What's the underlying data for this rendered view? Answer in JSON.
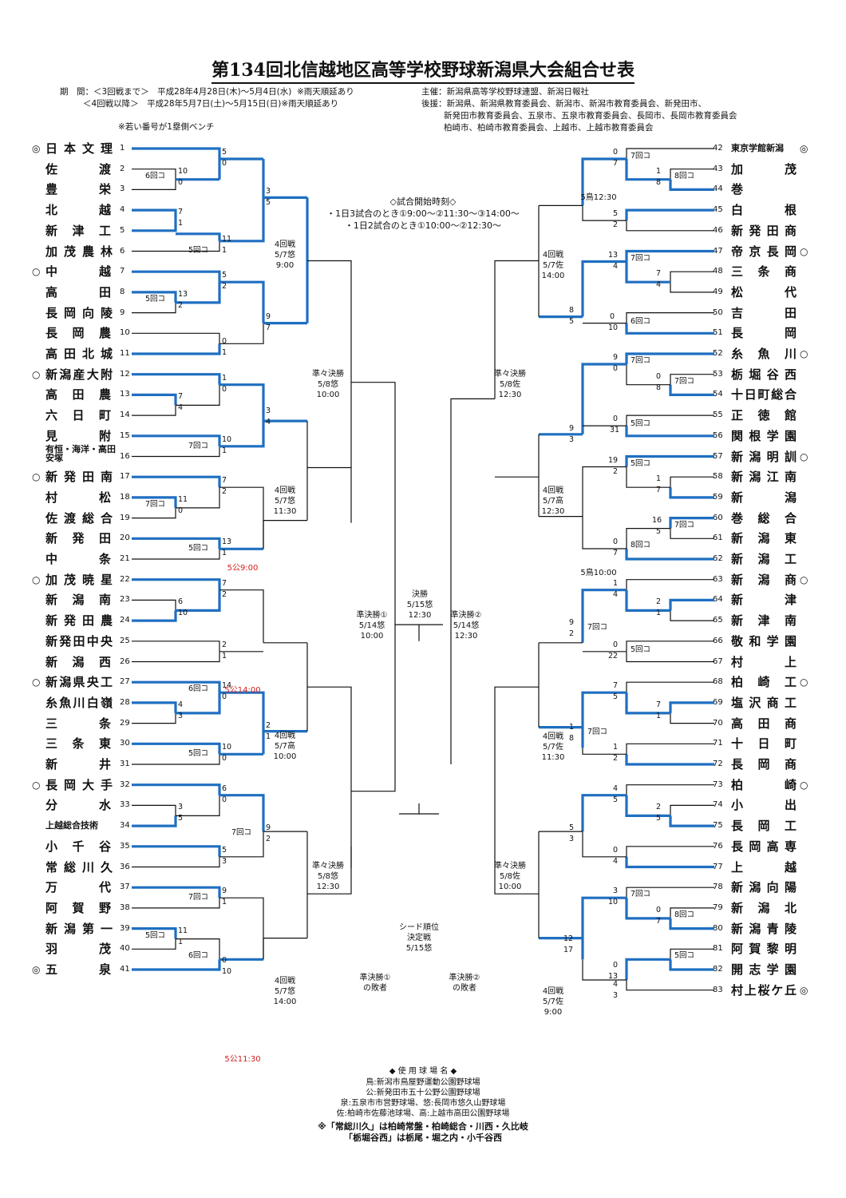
{
  "title": "第134回北信越地区高等学校野球新潟県大会組合せ表",
  "period": {
    "label": "期　間",
    "line1": "：＜3回戦まで＞　平成28年4月28日(木)〜5月4日(水)  ※雨天順延あり",
    "line2": "＜4回戦以降＞　平成28年5月7日(土)〜5月15日(日)※雨天順延あり"
  },
  "bench_note": "※若い番号が1塁側ベンチ",
  "organizers": {
    "main": "主催：新潟県高等学校野球連盟、新潟日報社",
    "support1": "後援：新潟県、新潟県教育委員会、新潟市、新潟市教育委員会、新発田市、",
    "support2": "新発田市教育委員会、五泉市、五泉市教育委員会、長岡市、長岡市教育委員会",
    "support3": "柏崎市、柏崎市教育委員会、上越市、上越市教育委員会"
  },
  "start_times": {
    "title": "◇試合開始時刻◇",
    "line1": "・1日3試合のとき①9:00〜②11:30〜③14:00〜",
    "line2": "・1日2試合のとき①10:00〜②12:30〜"
  },
  "left_teams": [
    {
      "num": "1",
      "name": "日本文理",
      "mark": "◎"
    },
    {
      "num": "2",
      "name": "佐渡",
      "mark": ""
    },
    {
      "num": "3",
      "name": "豊栄",
      "mark": ""
    },
    {
      "num": "4",
      "name": "北越",
      "mark": ""
    },
    {
      "num": "5",
      "name": "新津工",
      "mark": ""
    },
    {
      "num": "6",
      "name": "加茂農林",
      "mark": ""
    },
    {
      "num": "7",
      "name": "中越",
      "mark": "○"
    },
    {
      "num": "8",
      "name": "高田",
      "mark": ""
    },
    {
      "num": "9",
      "name": "長岡向陵",
      "mark": ""
    },
    {
      "num": "10",
      "name": "長岡農",
      "mark": ""
    },
    {
      "num": "11",
      "name": "高田北城",
      "mark": ""
    },
    {
      "num": "12",
      "name": "新潟産大附",
      "mark": "○"
    },
    {
      "num": "13",
      "name": "高田農",
      "mark": ""
    },
    {
      "num": "14",
      "name": "六日町",
      "mark": ""
    },
    {
      "num": "15",
      "name": "見附",
      "mark": ""
    },
    {
      "num": "16",
      "name": "有恒・海洋・高田安塚",
      "mark": ""
    },
    {
      "num": "17",
      "name": "新発田南",
      "mark": "○"
    },
    {
      "num": "18",
      "name": "村松",
      "mark": ""
    },
    {
      "num": "19",
      "name": "佐渡総合",
      "mark": ""
    },
    {
      "num": "20",
      "name": "新発田",
      "mark": ""
    },
    {
      "num": "21",
      "name": "中条",
      "mark": ""
    },
    {
      "num": "22",
      "name": "加茂暁星",
      "mark": "○"
    },
    {
      "num": "23",
      "name": "新潟南",
      "mark": ""
    },
    {
      "num": "24",
      "name": "新発田農",
      "mark": ""
    },
    {
      "num": "25",
      "name": "新発田中央",
      "mark": ""
    },
    {
      "num": "26",
      "name": "新潟西",
      "mark": ""
    },
    {
      "num": "27",
      "name": "新潟県央工",
      "mark": "○"
    },
    {
      "num": "28",
      "name": "糸魚川白嶺",
      "mark": ""
    },
    {
      "num": "29",
      "name": "三条",
      "mark": ""
    },
    {
      "num": "30",
      "name": "三条東",
      "mark": ""
    },
    {
      "num": "31",
      "name": "新井",
      "mark": ""
    },
    {
      "num": "32",
      "name": "長岡大手",
      "mark": "○"
    },
    {
      "num": "33",
      "name": "分水",
      "mark": ""
    },
    {
      "num": "34",
      "name": "上越総合技術",
      "mark": ""
    },
    {
      "num": "35",
      "name": "小千谷",
      "mark": ""
    },
    {
      "num": "36",
      "name": "常総川久",
      "mark": ""
    },
    {
      "num": "37",
      "name": "万代",
      "mark": ""
    },
    {
      "num": "38",
      "name": "阿賀野",
      "mark": ""
    },
    {
      "num": "39",
      "name": "新潟第一",
      "mark": ""
    },
    {
      "num": "40",
      "name": "羽茂",
      "mark": ""
    },
    {
      "num": "41",
      "name": "五泉",
      "mark": "◎"
    }
  ],
  "right_teams": [
    {
      "num": "42",
      "name": "東京学館新潟",
      "mark": "◎"
    },
    {
      "num": "43",
      "name": "加茂",
      "mark": ""
    },
    {
      "num": "44",
      "name": "巻",
      "mark": ""
    },
    {
      "num": "45",
      "name": "白根",
      "mark": ""
    },
    {
      "num": "46",
      "name": "新発田商",
      "mark": ""
    },
    {
      "num": "47",
      "name": "帝京長岡",
      "mark": "○"
    },
    {
      "num": "48",
      "name": "三条商",
      "mark": ""
    },
    {
      "num": "49",
      "name": "松代",
      "mark": ""
    },
    {
      "num": "50",
      "name": "吉田",
      "mark": ""
    },
    {
      "num": "51",
      "name": "長岡",
      "mark": ""
    },
    {
      "num": "52",
      "name": "糸魚川",
      "mark": "○"
    },
    {
      "num": "53",
      "name": "栃堀谷西",
      "mark": ""
    },
    {
      "num": "54",
      "name": "十日町総合",
      "mark": ""
    },
    {
      "num": "55",
      "name": "正徳館",
      "mark": ""
    },
    {
      "num": "56",
      "name": "関根学園",
      "mark": ""
    },
    {
      "num": "57",
      "name": "新潟明訓",
      "mark": "○"
    },
    {
      "num": "58",
      "name": "新潟江南",
      "mark": ""
    },
    {
      "num": "59",
      "name": "新潟",
      "mark": ""
    },
    {
      "num": "60",
      "name": "巻総合",
      "mark": ""
    },
    {
      "num": "61",
      "name": "新潟東",
      "mark": ""
    },
    {
      "num": "62",
      "name": "新潟工",
      "mark": ""
    },
    {
      "num": "63",
      "name": "新潟商",
      "mark": "○"
    },
    {
      "num": "64",
      "name": "新津",
      "mark": ""
    },
    {
      "num": "65",
      "name": "新津南",
      "mark": ""
    },
    {
      "num": "66",
      "name": "敬和学園",
      "mark": ""
    },
    {
      "num": "67",
      "name": "村上",
      "mark": ""
    },
    {
      "num": "68",
      "name": "柏崎工",
      "mark": "○"
    },
    {
      "num": "69",
      "name": "塩沢商工",
      "mark": ""
    },
    {
      "num": "70",
      "name": "高田商",
      "mark": ""
    },
    {
      "num": "71",
      "name": "十日町",
      "mark": ""
    },
    {
      "num": "72",
      "name": "長岡商",
      "mark": ""
    },
    {
      "num": "73",
      "name": "柏崎",
      "mark": "○"
    },
    {
      "num": "74",
      "name": "小出",
      "mark": ""
    },
    {
      "num": "75",
      "name": "長岡工",
      "mark": ""
    },
    {
      "num": "76",
      "name": "長岡高専",
      "mark": ""
    },
    {
      "num": "77",
      "name": "上越",
      "mark": ""
    },
    {
      "num": "78",
      "name": "新潟向陽",
      "mark": ""
    },
    {
      "num": "79",
      "name": "新潟北",
      "mark": ""
    },
    {
      "num": "80",
      "name": "新潟青陵",
      "mark": ""
    },
    {
      "num": "81",
      "name": "阿賀黎明",
      "mark": ""
    },
    {
      "num": "82",
      "name": "開志学園",
      "mark": ""
    },
    {
      "num": "83",
      "name": "村上桜ケ丘",
      "mark": "◎"
    }
  ],
  "round_labels": {
    "r4_l1": "4回戦\n5/7悠\n9:00",
    "r4_l2": "4回戦\n5/7悠\n11:30",
    "r4_l3": "4回戦\n5/7高\n10:00",
    "r4_l4": "4回戦\n5/7悠\n14:00",
    "r4_r1": "4回戦\n5/7佐\n14:00",
    "r4_r2": "4回戦\n5/7高\n12:30",
    "r4_r3": "4回戦\n5/7佐\n11:30",
    "r4_r4": "4回戦\n5/7佐\n9:00",
    "qq_l1": "準々決勝\n5/8悠\n10:00",
    "qq_l2": "準々決勝\n5/8悠\n12:30",
    "qq_r1": "準々決勝\n5/8佐\n12:30",
    "qq_r2": "準々決勝\n5/8佐\n10:00",
    "sf1": "準決勝①\n5/14悠\n10:00",
    "sf2": "準決勝②\n5/14悠\n12:30",
    "final": "決勝\n5/15悠\n12:30",
    "seed": "シード順位\n決定戦\n5/15悠",
    "sf1_loser": "準決勝①\nの敗者",
    "sf2_loser": "準決勝②\nの敗者"
  },
  "venues": {
    "title": "◆ 使 用 球 場 名 ◆",
    "v1": "鳥:新潟市鳥屋野運動公園野球場",
    "v2": "公:新発田市五十公野公園野球場",
    "v3": "泉:五泉市市営野球場、悠:長岡市悠久山野球場",
    "v4": "佐:柏崎市佐藤池球場、高:上越市高田公園野球場"
  },
  "notes": {
    "n1": "※「常総川久」は柏崎常盤・柏崎総合・川西・久比岐",
    "n2": "「栃堀谷西」は栃尾・堀之内・小千谷西"
  },
  "red_labels": {
    "a": "5公9:00",
    "b": "5公14:00",
    "c": "5公11:30"
  },
  "small_labels": {
    "r5_1230": "5鳥12:30",
    "r5_1000": "5鳥10:00"
  },
  "colors": {
    "win": "#1f6fc1",
    "line": "#111111",
    "red": "#d21e1e"
  }
}
